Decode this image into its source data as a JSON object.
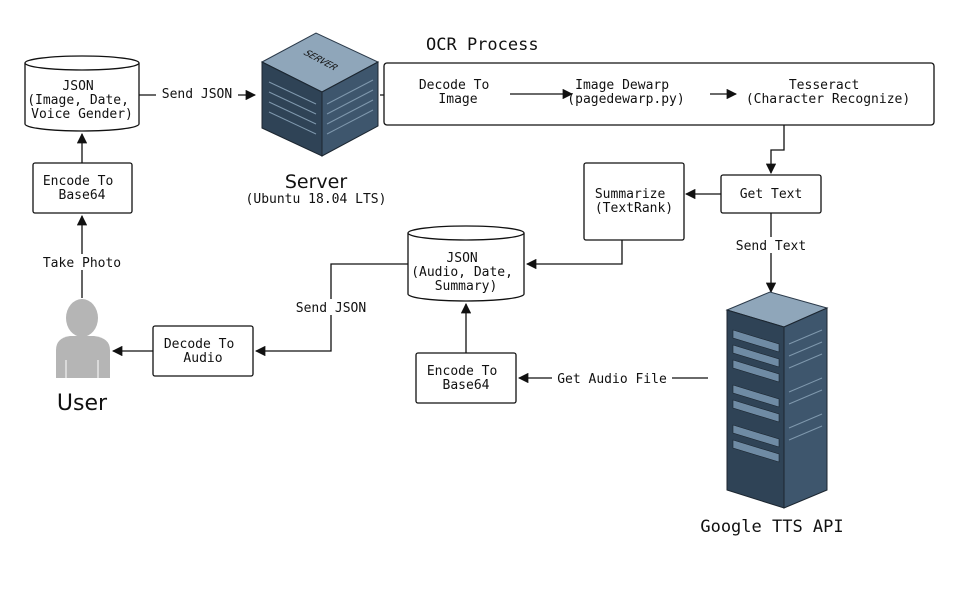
{
  "colors": {
    "stroke": "#111111",
    "server_dark": "#2b3a4a",
    "server_mid": "#3e566d",
    "server_light": "#8fa6ba",
    "user_gray": "#b5b5b5"
  },
  "icons": {
    "server": "server-cube-icon",
    "tts": "server-rack-icon",
    "user": "user-person-icon"
  },
  "nodes": {
    "json_top": [
      "JSON",
      "(Image, Date,",
      "Voice Gender)"
    ],
    "encode_top": [
      "Encode To",
      "Base64"
    ],
    "server_title": "Server",
    "server_subtitle": "(Ubuntu 18.04 LTS)",
    "server_face_text": "SERVER",
    "ocr_title": "OCR Process",
    "decode_image": [
      "Decode To",
      "Image"
    ],
    "dewarp": [
      "Image Dewarp",
      "(pagedewarp.py)"
    ],
    "tesseract": [
      "Tesseract",
      "(Character Recognize)"
    ],
    "summarize": [
      "Summarize",
      "(TextRank)"
    ],
    "get_text": "Get Text",
    "json_mid": [
      "JSON",
      "(Audio, Date,",
      "Summary)"
    ],
    "decode_audio": [
      "Decode To",
      "Audio"
    ],
    "encode_bottom": [
      "Encode To",
      "Base64"
    ],
    "user_label": "User",
    "tts_label": "Google TTS API"
  },
  "edges": {
    "send_json_top": "Send JSON",
    "take_photo": "Take Photo",
    "send_text": "Send Text",
    "send_json_mid": "Send JSON",
    "get_audio": "Get Audio File"
  }
}
